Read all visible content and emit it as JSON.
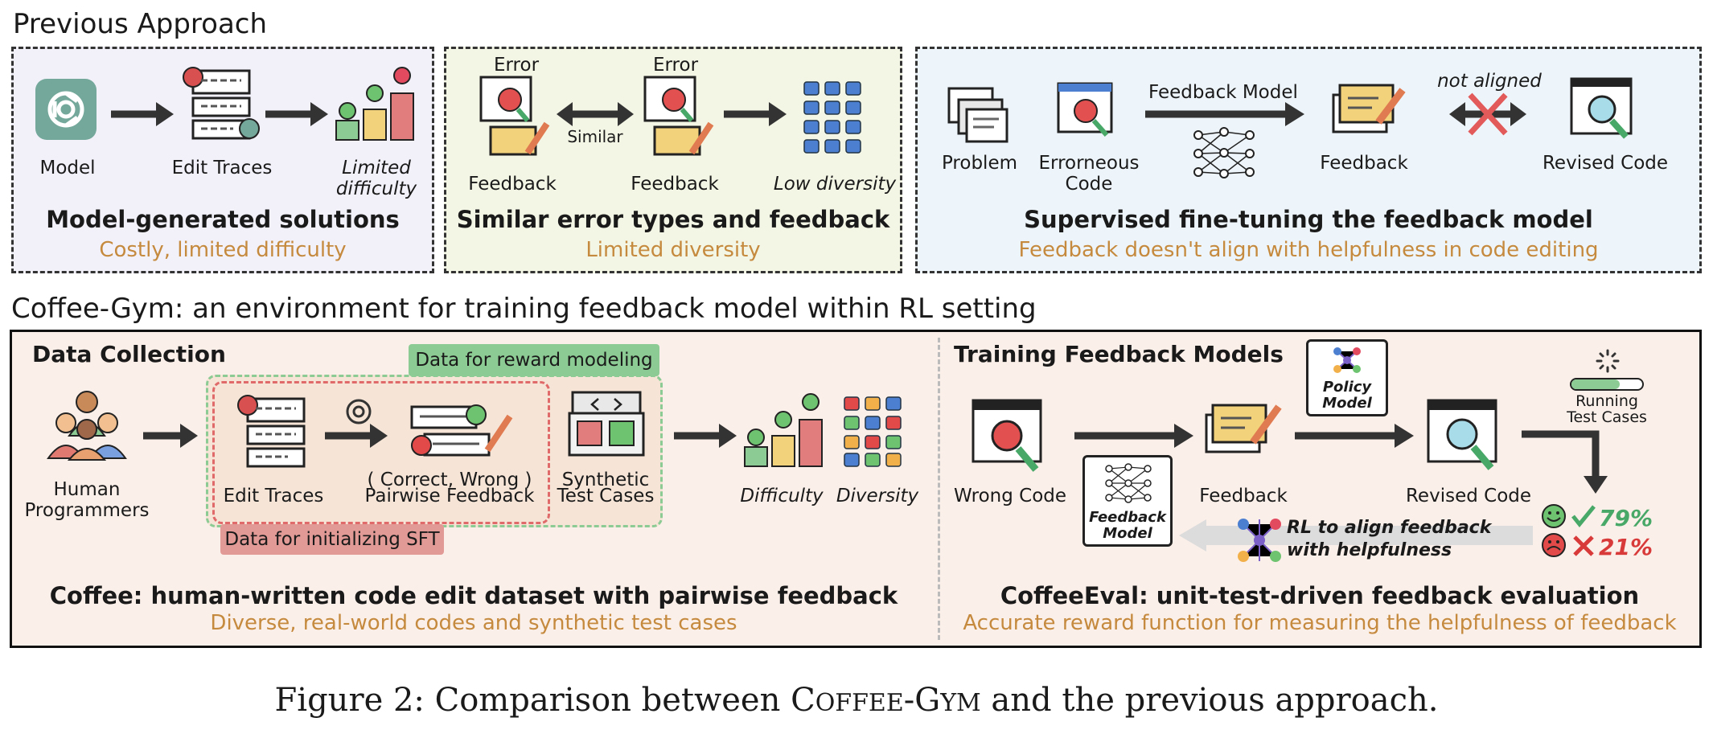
{
  "previous": {
    "title": "Previous Approach",
    "panel1": {
      "labels": {
        "model": "Model",
        "edit_traces": "Edit Traces",
        "limited_line1": "Limited",
        "limited_line2": "difficulty"
      },
      "heading": "Model-generated solutions",
      "subheading": "Costly, limited difficulty"
    },
    "panel2": {
      "labels": {
        "error_a": "Error",
        "error_b": "Error",
        "feedback_a": "Feedback",
        "feedback_b": "Feedback",
        "similar": "Similar",
        "low_diversity": "Low diversity"
      },
      "heading": "Similar error types and feedback",
      "subheading": "Limited diversity"
    },
    "panel3": {
      "labels": {
        "problem": "Problem",
        "erroneous_line1": "Errorneous",
        "erroneous_line2": "Code",
        "feedback_model": "Feedback Model",
        "feedback": "Feedback",
        "not_aligned": "not aligned",
        "revised_code": "Revised Code"
      },
      "heading": "Supervised fine-tuning the feedback model",
      "subheading": "Feedback doesn't align with helpfulness in code editing"
    }
  },
  "coffee_gym": {
    "title": "Coffee-Gym: an environment for training feedback model within RL setting",
    "data_collection": {
      "title": "Data Collection",
      "reward_tag": "Data for reward modeling",
      "sft_tag": "Data for initializing SFT",
      "labels": {
        "human_line1": "Human",
        "human_line2": "Programmers",
        "edit_traces": "Edit Traces",
        "pairwise_line1": "( Correct, Wrong )",
        "pairwise_line2": "Pairwise Feedback",
        "synthetic_line1": "Synthetic",
        "synthetic_line2": "Test Cases",
        "difficulty": "Difficulty",
        "diversity": "Diversity"
      },
      "heading": "Coffee: human-written code edit dataset with  pairwise feedback",
      "subheading": "Diverse, real-world codes and synthetic test cases"
    },
    "training": {
      "title": "Training Feedback Models",
      "labels": {
        "wrong_code": "Wrong Code",
        "feedback": "Feedback",
        "revised_code": "Revised Code",
        "policy_line1": "Policy",
        "policy_line2": "Model",
        "fb_model_line1": "Feedback",
        "fb_model_line2": "Model",
        "running_line1": "Running",
        "running_line2": "Test Cases",
        "rl_line1": "RL to align feedback",
        "rl_line2": "with helpfulness",
        "pass_pct": "79%",
        "fail_pct": "21%"
      },
      "heading": "CoffeeEval: unit-test-driven feedback evaluation",
      "subheading": "Accurate reward function for measuring the helpfulness of feedback"
    }
  },
  "caption": {
    "prefix": "Figure 2: Comparison between ",
    "name_c": "C",
    "name_offee": "OFFEE",
    "name_dash": "-",
    "name_g": "G",
    "name_ym": "YM",
    "suffix": " and the previous approach."
  },
  "colors": {
    "panel1_bg": "#f2f1fa",
    "panel2_bg": "#f3f6e4",
    "panel3_bg": "#eef5fa",
    "bottom_bg": "#fbefe9",
    "accent_orange": "#c58a3e",
    "green_tag": "#8ccb93",
    "red_tag": "#e29a96"
  }
}
